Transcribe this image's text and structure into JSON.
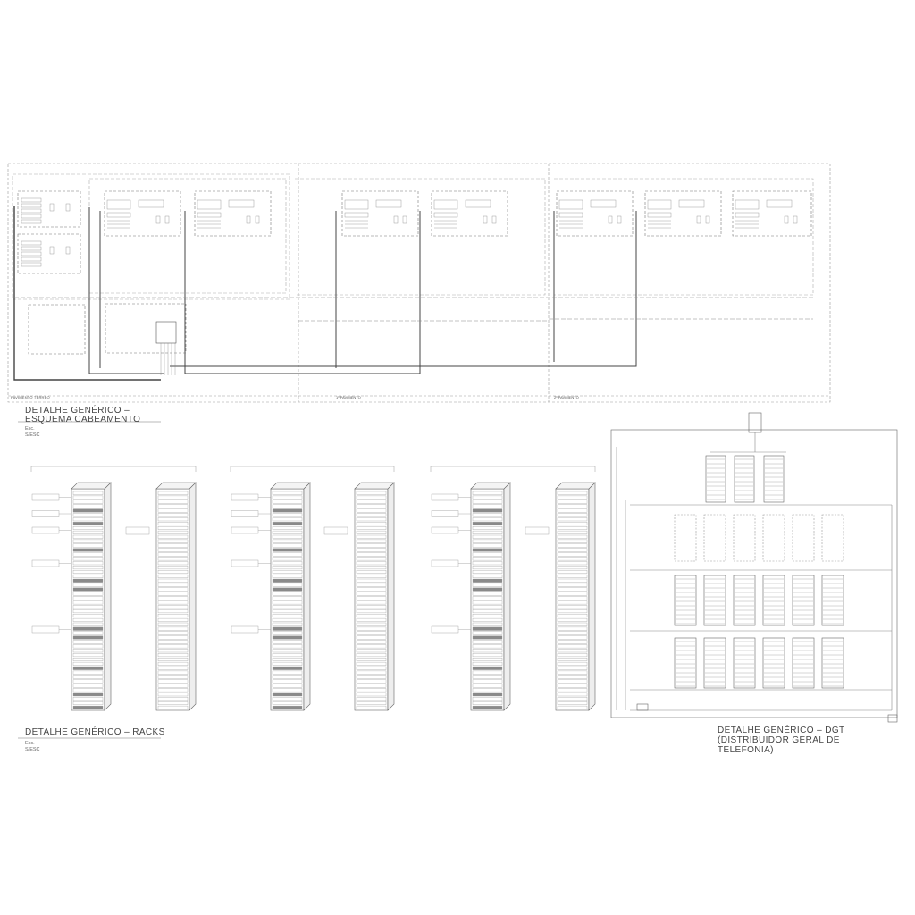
{
  "sheet": {
    "cabling": {
      "title_line1": "DETALHE GENÉRICO –",
      "title_line2": "ESQUEMA CABEAMENTO",
      "scale_label": "Esc.",
      "scale_value": "S/ESC",
      "floors": [
        "PAVIMENTO TÉRREO",
        "1º PAVIMENTO",
        "2º PAVIMENTO"
      ]
    },
    "racks": {
      "title_line1": "DETALHE GENÉRICO – RACKS",
      "scale_label": "Esc.",
      "scale_value": "S/ESC"
    },
    "dgt": {
      "title_line1": "DETALHE GENÉRICO – DGT",
      "title_line2": "(DISTRIBUIDOR GERAL DE",
      "title_line3": "TELEFONIA)"
    },
    "colors": {
      "ink": "#555555",
      "dash": "#888888",
      "fill": "#8a8a8a",
      "paper": "#ffffff"
    }
  }
}
